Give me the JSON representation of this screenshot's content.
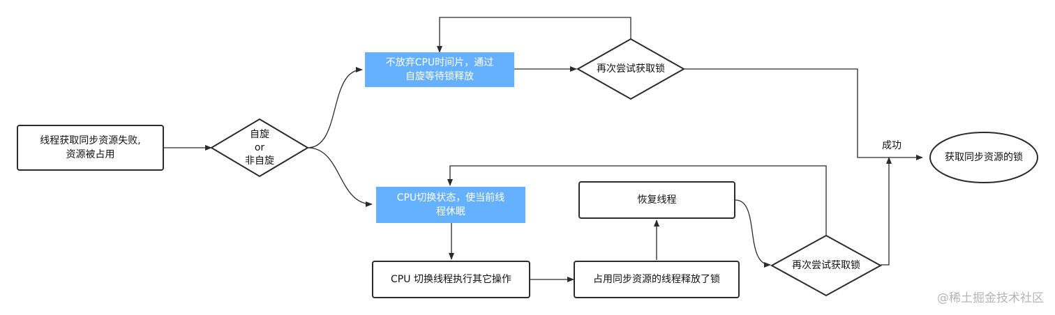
{
  "nodes": {
    "start": "线程获取同步资源失败,\n资源被占用",
    "decision": "自旋\nor\n非自旋",
    "spin": "不放弃CPU时间片，通过\n自旋等待锁释放",
    "retry_top": "再次尝试获取锁",
    "switch_state": "CPU切换状态，使当前线\n程休眠",
    "cpu_switch": "CPU 切换线程执行其它操作",
    "release": "占用同步资源的线程释放了锁",
    "resume": "恢复线程",
    "retry_bottom": "再次尝试获取锁",
    "success_label": "成功",
    "acquired": "获取同步资源的锁"
  },
  "watermark": "@稀土掘金技术社区",
  "colors": {
    "highlight": "#66b1ff",
    "stroke": "#2b2b2b"
  }
}
